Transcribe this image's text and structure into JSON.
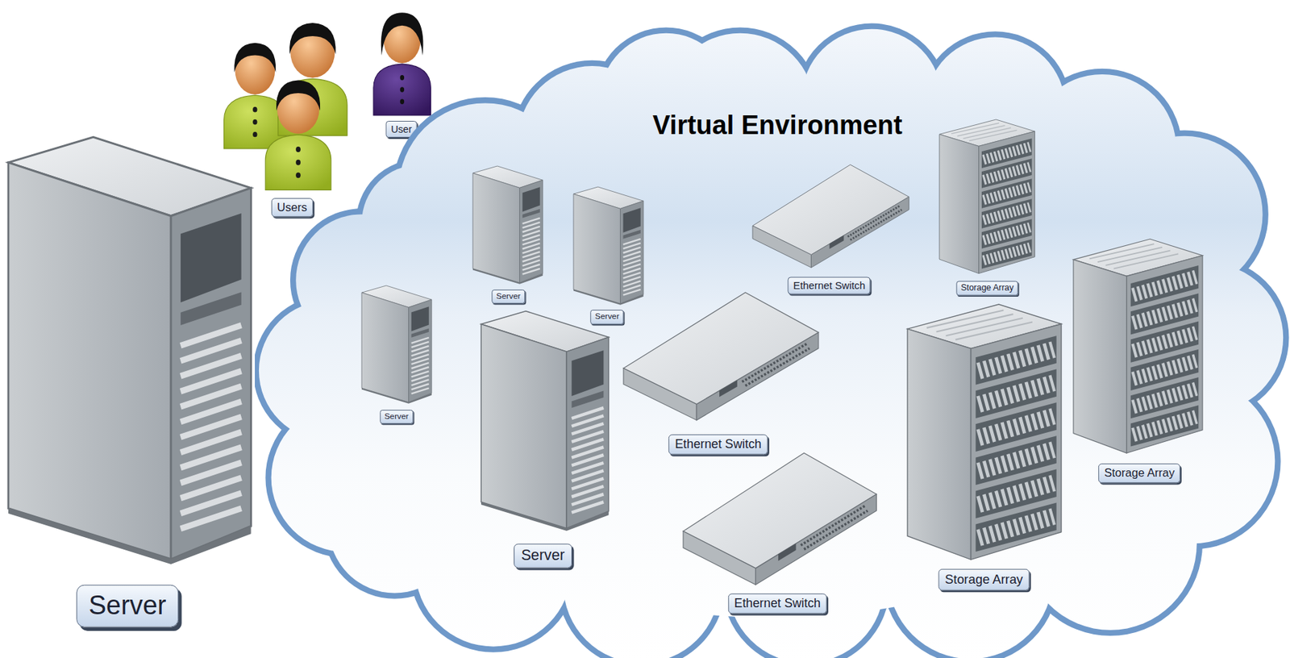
{
  "diagram": {
    "nodes": [
      {
        "text": [
          "Users"
        ]
      },
      {
        "text": [
          "User"
        ]
      },
      {
        "text": [
          "Virtual Environment"
        ]
      },
      {
        "text": [
          "Server"
        ],
        "in": 2
      },
      {
        "text": [
          "Server"
        ],
        "in": 2
      },
      {
        "text": [
          "Ethernet Switch"
        ],
        "in": 2
      },
      {
        "text": [
          "Storage Array"
        ],
        "in": 2
      },
      {
        "text": [
          "Server"
        ],
        "in": 2
      },
      {
        "text": [
          "Server"
        ],
        "in": 2
      },
      {
        "text": [
          "Ethernet Switch"
        ],
        "in": 2
      },
      {
        "text": [
          "Storage Array"
        ],
        "in": 2
      },
      {
        "text": [
          "Storage Array"
        ],
        "in": 2
      },
      {
        "text": [
          "Ethernet Switch"
        ],
        "in": 2
      },
      {
        "text": [
          "Server"
        ]
      }
    ]
  }
}
